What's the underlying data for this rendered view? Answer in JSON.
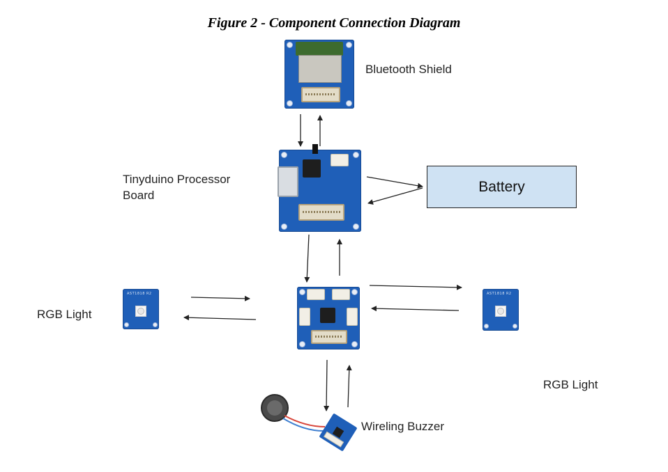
{
  "title": "Figure 2 - Component Connection Diagram",
  "components": {
    "bluetooth": {
      "label": "Bluetooth Shield"
    },
    "processor": {
      "label_line1": "Tinyduino Processor",
      "label_line2": "Board"
    },
    "battery": {
      "label": "Battery",
      "fill": "#cfe2f3"
    },
    "rgb_left": {
      "label": "RGB Light"
    },
    "rgb_right": {
      "label": "RGB Light"
    },
    "buzzer": {
      "label": "Wireling Buzzer"
    }
  },
  "colors": {
    "board_blue": "#1f5fb8",
    "arrow": "#222222"
  }
}
